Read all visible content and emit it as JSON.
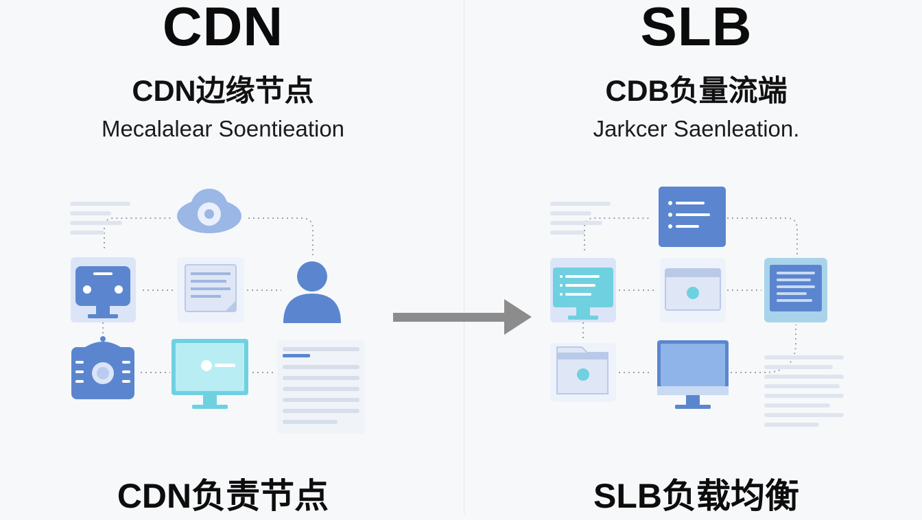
{
  "left_panel": {
    "title": "CDN",
    "subtitle": "CDN边缘节点",
    "caption": "Mecalalear Soentieation",
    "footer": "CDN负责节点",
    "icons": [
      "document-lines-icon",
      "cloud-icon",
      "server-icon",
      "document-icon",
      "user-icon",
      "camera-icon",
      "monitor-icon",
      "text-list-icon"
    ]
  },
  "right_panel": {
    "title": "SLB",
    "subtitle": "CDB负量流端",
    "caption": "Jarkcer Saenleation.",
    "footer": "SLB负载均衡",
    "icons": [
      "document-lines-icon",
      "list-panel-icon",
      "monitor-icon",
      "window-icon",
      "monitor-icon",
      "folder-icon",
      "monitor-icon",
      "text-list-icon"
    ]
  },
  "arrow": "right-arrow-icon",
  "colors": {
    "background": "#f7f8fa",
    "blue": "#5b86cf",
    "light_blue": "#dce6f6",
    "teal": "#6fd0e0",
    "arrow": "#8c8c8c",
    "dotted": "#9aa0a8"
  }
}
